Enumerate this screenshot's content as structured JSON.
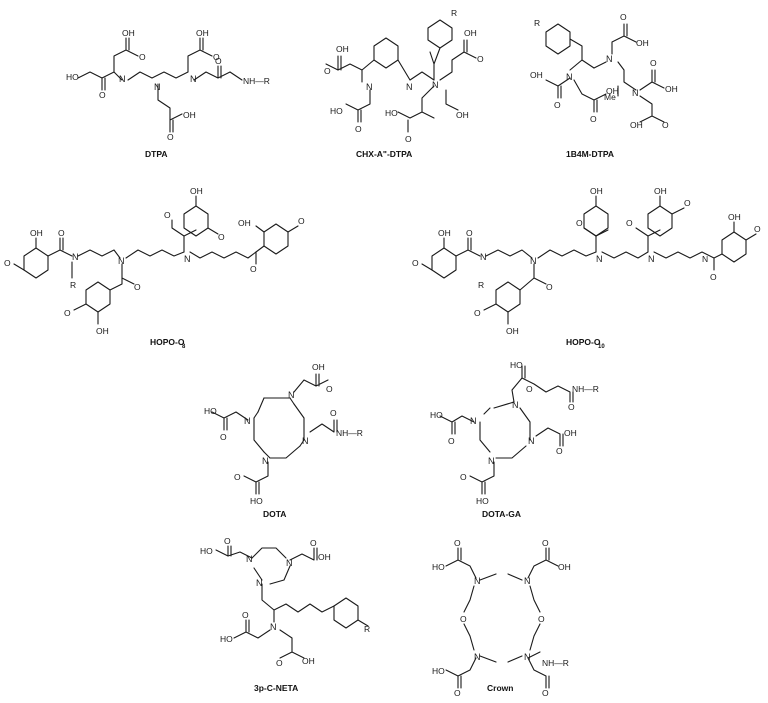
{
  "figure": {
    "structures": [
      {
        "id": "dtpa",
        "label": "DTPA"
      },
      {
        "id": "chx",
        "label": "CHX-A\"-DTPA"
      },
      {
        "id": "b4m",
        "label": "1B4M-DTPA"
      },
      {
        "id": "hopo8",
        "label": "HOPO-O",
        "label_sub": "8"
      },
      {
        "id": "hopo10",
        "label": "HOPO-O",
        "label_sub": "10"
      },
      {
        "id": "dota",
        "label": "DOTA"
      },
      {
        "id": "dotaga",
        "label": "DOTA-GA"
      },
      {
        "id": "neta",
        "label": "3p-C-NETA"
      },
      {
        "id": "crown",
        "label": "Crown"
      }
    ],
    "atoms": {
      "N": "N",
      "O": "O",
      "OH": "OH",
      "HO": "HO",
      "NH_R": "NH—R",
      "R": "R",
      "Me": "Me",
      "N_OH": "N",
      "O_OH": "OH"
    }
  }
}
